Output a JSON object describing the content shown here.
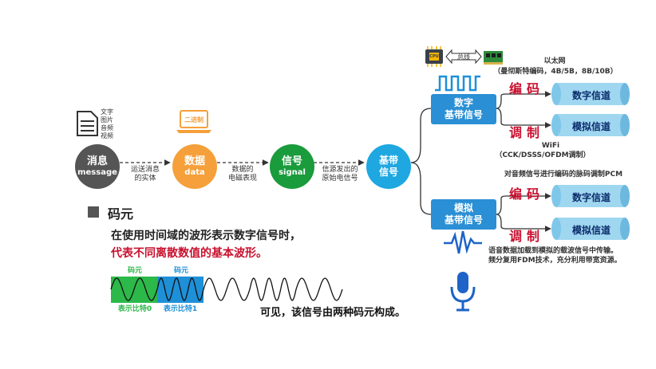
{
  "flow": {
    "message": {
      "zh": "消息",
      "en": "message",
      "types": [
        "文字",
        "图片",
        "音频",
        "视频"
      ]
    },
    "data": {
      "zh": "数据",
      "en": "data",
      "icon_label": "二进制"
    },
    "signal": {
      "zh": "信号",
      "en": "signal"
    },
    "baseband": {
      "line1": "基带",
      "line2": "信号"
    },
    "edge1": {
      "line1": "运送消息",
      "line2": "的实体"
    },
    "edge2": {
      "line1": "数据的",
      "line2": "电磁表现"
    },
    "edge3": {
      "line1": "信源发出的",
      "line2": "原始电信号"
    }
  },
  "digital": {
    "line1": "数字",
    "line2": "基带信号",
    "bus_label": "总线",
    "cpu_label": "CPU",
    "encode": "编码",
    "modulate": "调制",
    "channel_digital": "数字信道",
    "channel_analog": "模拟信道",
    "ethernet_title": "以太网",
    "ethernet_detail": "（曼彻斯特编码，4B/5B，8B/10B）",
    "wifi_title": "WiFi",
    "wifi_detail": "（CCK/DSSS/OFDM调制）"
  },
  "analog": {
    "line1": "模拟",
    "line2": "基带信号",
    "encode": "编码",
    "modulate": "调制",
    "channel_digital": "数字信道",
    "channel_analog": "模拟信道",
    "pcm_note": "对音频信号进行编码的脉码调制PCM",
    "fdm_note_line1": "语音数据加载到模拟的载波信号中传输。",
    "fdm_note_line2": "频分复用FDM技术，充分利用带宽资源。"
  },
  "symbol": {
    "heading": "码元",
    "desc_line1": "在使用时间域的波形表示数字信号时，",
    "desc_line2": "代表不同离散数值的基本波形。",
    "label_a": "码元",
    "label_b": "码元",
    "bit0": "表示比特0",
    "bit1": "表示比特1"
  },
  "caption": "可见，该信号由两种码元构成。",
  "colors": {
    "message": "#555555",
    "data": "#f5a03a",
    "signal": "#1a9b3c",
    "baseband": "#1ea7e0",
    "box": "#2a8fd4",
    "cyl": "#9fd7f0",
    "red": "#c8102e",
    "green_wave": "#2db84a",
    "blue_wave": "#1e90d8"
  }
}
